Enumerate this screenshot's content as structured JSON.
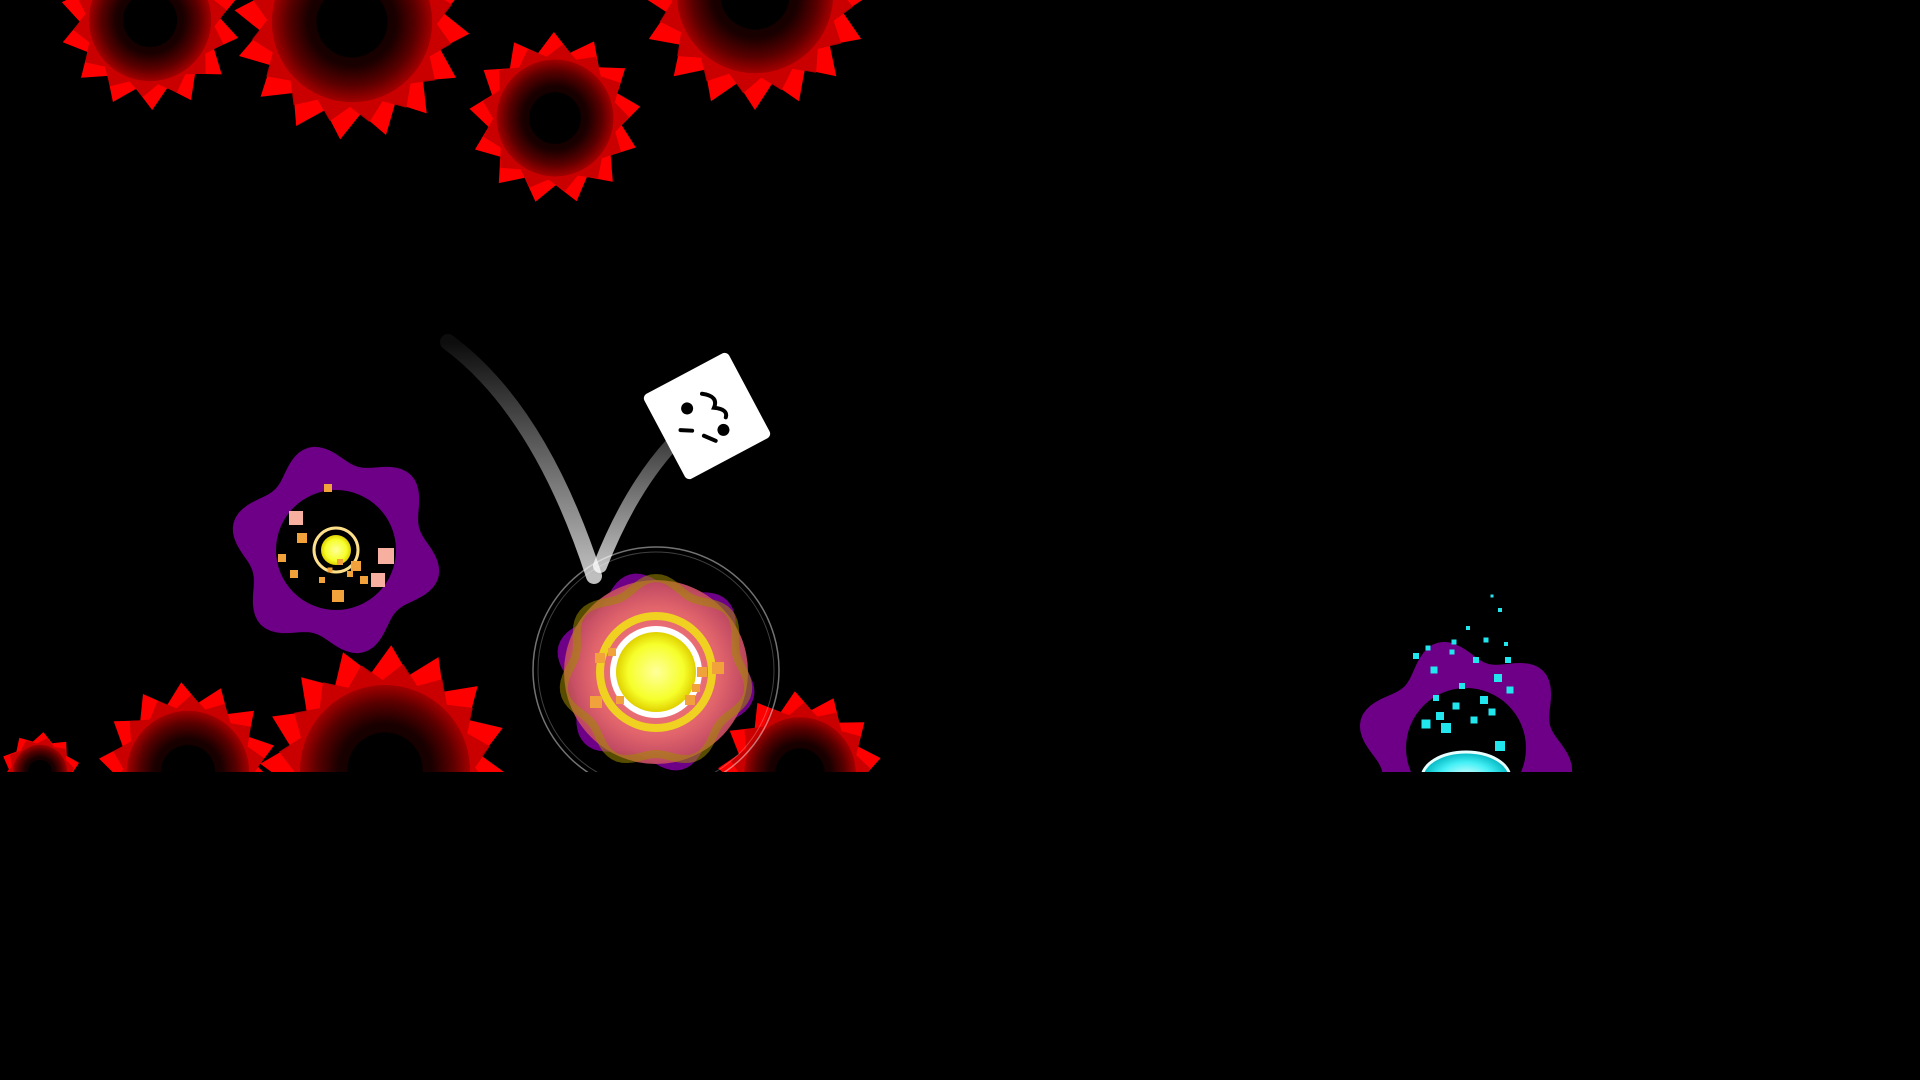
{
  "game": {
    "colors": {
      "background": "#000000",
      "hazard_red": "#ff0000",
      "hazard_glow": "#6a0000",
      "flower_purple": "#6e0088",
      "pad_pink": "#e86a6a",
      "pad_core_yellow": "#fbff3a",
      "particle_orange": "#f2a23a",
      "particle_cyan": "#22e6ee",
      "player_white": "#ffffff",
      "trail_white": "#ffffff"
    },
    "icons": {
      "player": "dice-face-player",
      "saw_blades": "spiked-saw-hazard",
      "bounce_flower": "purple-flower-orb",
      "active_pad": "glowing-jump-pad",
      "exit_portal": "cyan-portal"
    },
    "state": {
      "player_airborne": true,
      "active_pad_count": 1,
      "saw_blade_count": 8,
      "flower_orb_count": 2
    }
  }
}
